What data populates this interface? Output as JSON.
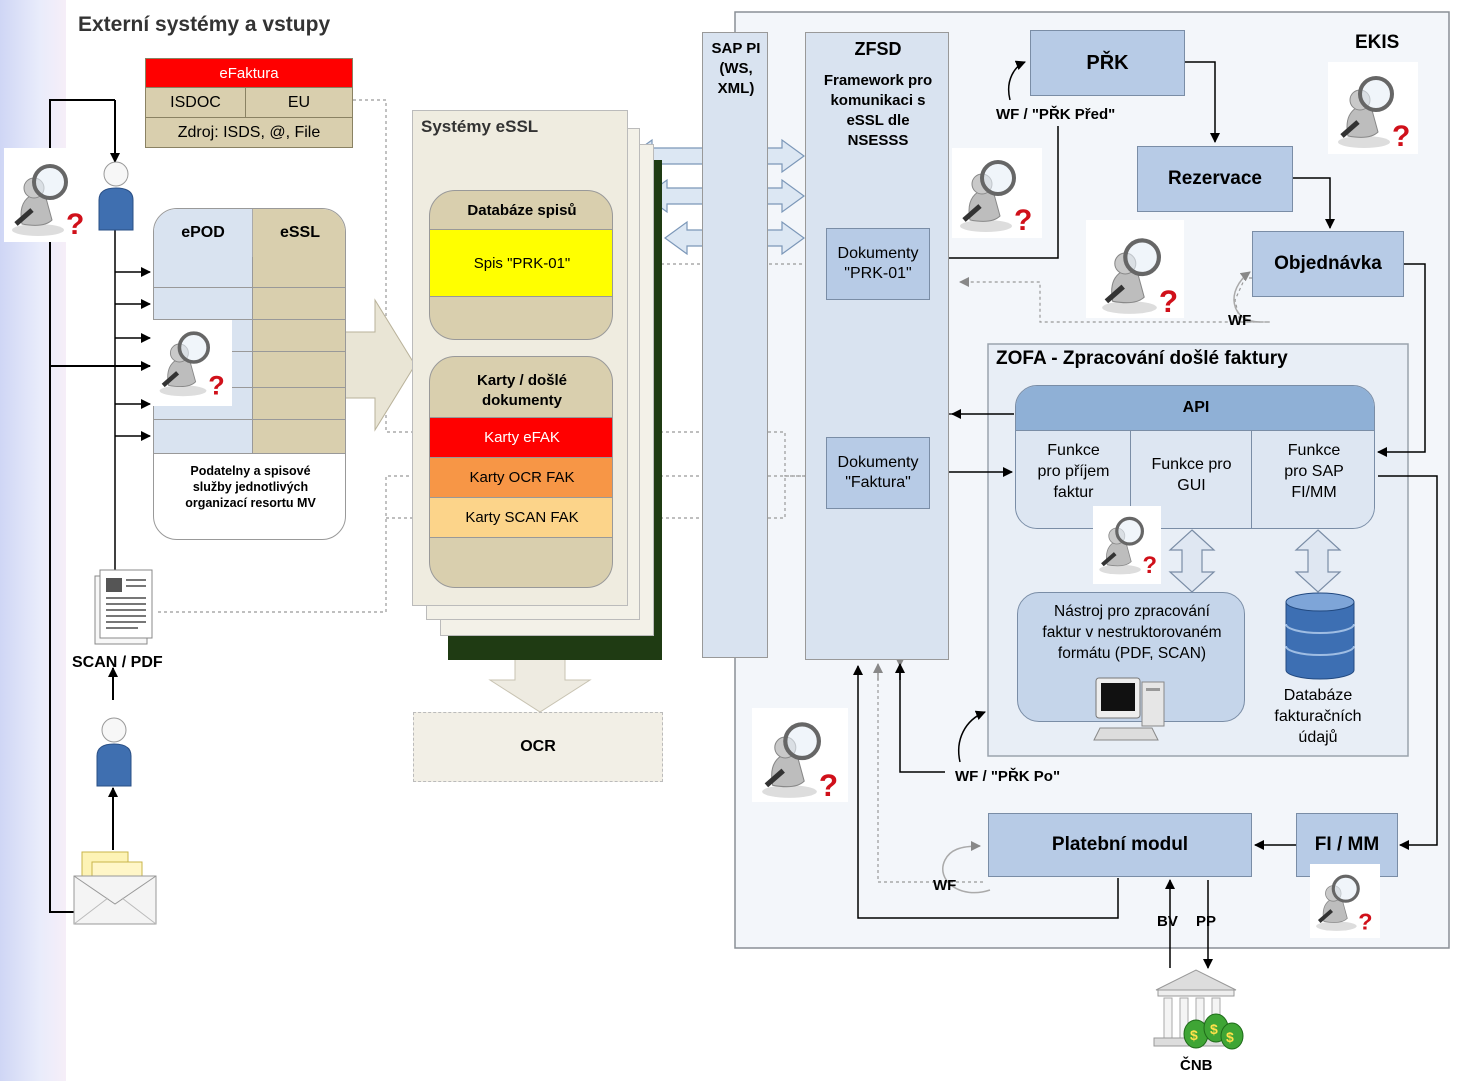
{
  "external": {
    "title": "Externí systémy a vstupy"
  },
  "efaktura": {
    "title": "eFaktura",
    "isdoc": "ISDOC",
    "eu": "EU",
    "zdroj": "Zdroj: ISDS, @, File"
  },
  "epod": {
    "col1": "ePOD",
    "col2": "eSSL",
    "caption": [
      "Podatelny a spisové",
      "služby jednotlivých",
      "organizací resortu MV"
    ]
  },
  "scan": {
    "label": "SCAN / PDF"
  },
  "essl": {
    "title": "Systémy eSSL",
    "db_title": "Databáze spisů",
    "spis": "Spis \"PRK-01\"",
    "karty_title": [
      "Karty / došlé",
      "dokumenty"
    ],
    "karty": [
      "Karty eFAK",
      "Karty OCR FAK",
      "Karty SCAN FAK"
    ]
  },
  "ocr": {
    "label": "OCR"
  },
  "sappi": {
    "lines": [
      "SAP PI",
      "(WS,",
      "XML)"
    ]
  },
  "zfsd": {
    "title": "ZFSD",
    "subtitle": [
      "Framework pro",
      "komunikaci s",
      "eSSL dle",
      "NSESSS"
    ],
    "doc1": [
      "Dokumenty",
      "\"PRK-01\""
    ],
    "doc2": [
      "Dokumenty",
      "\"Faktura\""
    ]
  },
  "ekis": {
    "title": "EKIS",
    "prk": "PŘK",
    "wf_pred": "WF / \"PŘK Před\"",
    "rezervace": "Rezervace",
    "objednavka": "Objednávka",
    "wf": "WF",
    "wf_po": "WF / \"PŘK Po\"",
    "platebni": "Platební modul",
    "fimm": "FI / MM",
    "bv": "BV",
    "pp": "PP",
    "cnb": "ČNB"
  },
  "zofa": {
    "title": "ZOFA - Zpracování došlé faktury",
    "api": "API",
    "f1": [
      "Funkce",
      "pro příjem",
      "faktur"
    ],
    "f2": [
      "Funkce pro",
      "GUI"
    ],
    "f3": [
      "Funkce",
      "pro SAP",
      "FI/MM"
    ],
    "tool": [
      "Nástroj pro zpracování",
      "faktur v nestruktorovaném",
      "formátu (PDF, SCAN)"
    ],
    "db": [
      "Databáze",
      "fakturačních",
      "údajů"
    ]
  },
  "colors": {
    "red": "#ff0000",
    "orange": "#f79646",
    "light_orange": "#fcd48a",
    "yellow": "#ffff00",
    "tan": "#d9cfae",
    "blue_box": "#b7cbe6",
    "panel": "#edf2f8",
    "dark_green": "#1f3b13"
  }
}
